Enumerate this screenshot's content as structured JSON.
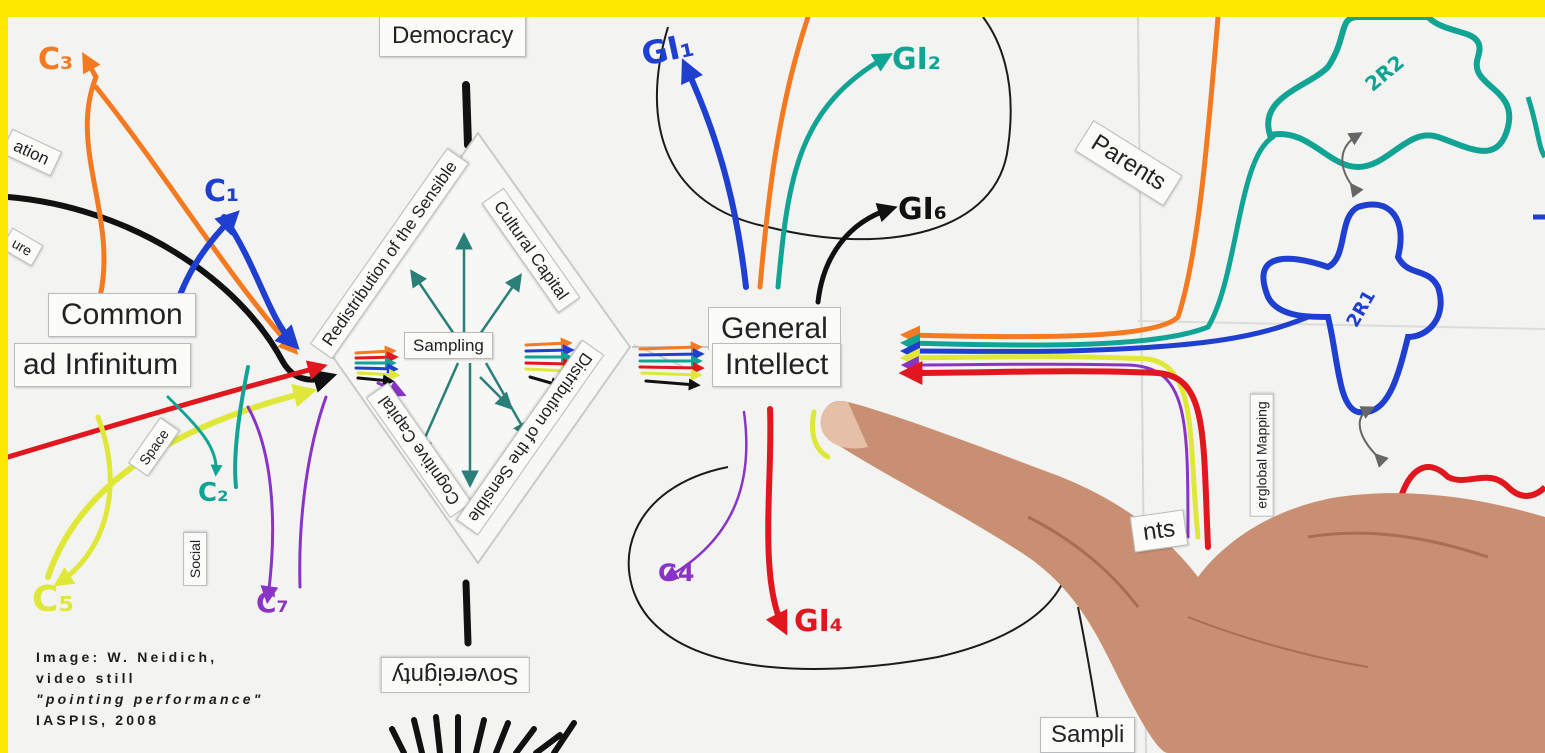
{
  "diagram": {
    "labels": {
      "democracy": "Democracy",
      "sovereignty": "Sovereignty",
      "common": "Common",
      "ad_infinitum": "ad Infinitum",
      "general": "General",
      "intellect": "Intellect",
      "sampling_center": "Sampling",
      "redistribution": "Redistribution of the Sensible",
      "cultural_capital": "Cultural Capital",
      "cognitive_capital": "Cognitive Capital",
      "distribution": "Distribution of the Sensible",
      "parents_top": "Parents",
      "parents_bottom": "nts",
      "overglobal_mapping": "erglobal Mapping",
      "sampling_bottom": "Sampli",
      "space": "Space",
      "social": "Social",
      "nation_fragment": "ation",
      "culture_fragment": "ure"
    },
    "handwritten": {
      "c1": "C₁",
      "c2": "C₂",
      "c3": "C₃",
      "c5": "C₅",
      "c7": "C₇",
      "gi1": "GI₁",
      "gi2": "GI₂",
      "gi4": "GI₄",
      "gi6": "GI₆",
      "g4": "G4",
      "zone_2r1": "2R1",
      "zone_2r2": "2R2"
    }
  },
  "credit": {
    "line1": "Image: W. Neidich,",
    "line2": "video still",
    "line3": "\"pointing performance\"",
    "line4": "IASPIS, 2008"
  },
  "colors": {
    "frame_yellow": "#ffe800",
    "board": "#f3f4f1",
    "blue": "#1f3fd0",
    "teal": "#11a393",
    "orange": "#f47a22",
    "red": "#e0171f",
    "purple": "#8a33c7",
    "lime": "#dfe838",
    "black": "#111111"
  }
}
